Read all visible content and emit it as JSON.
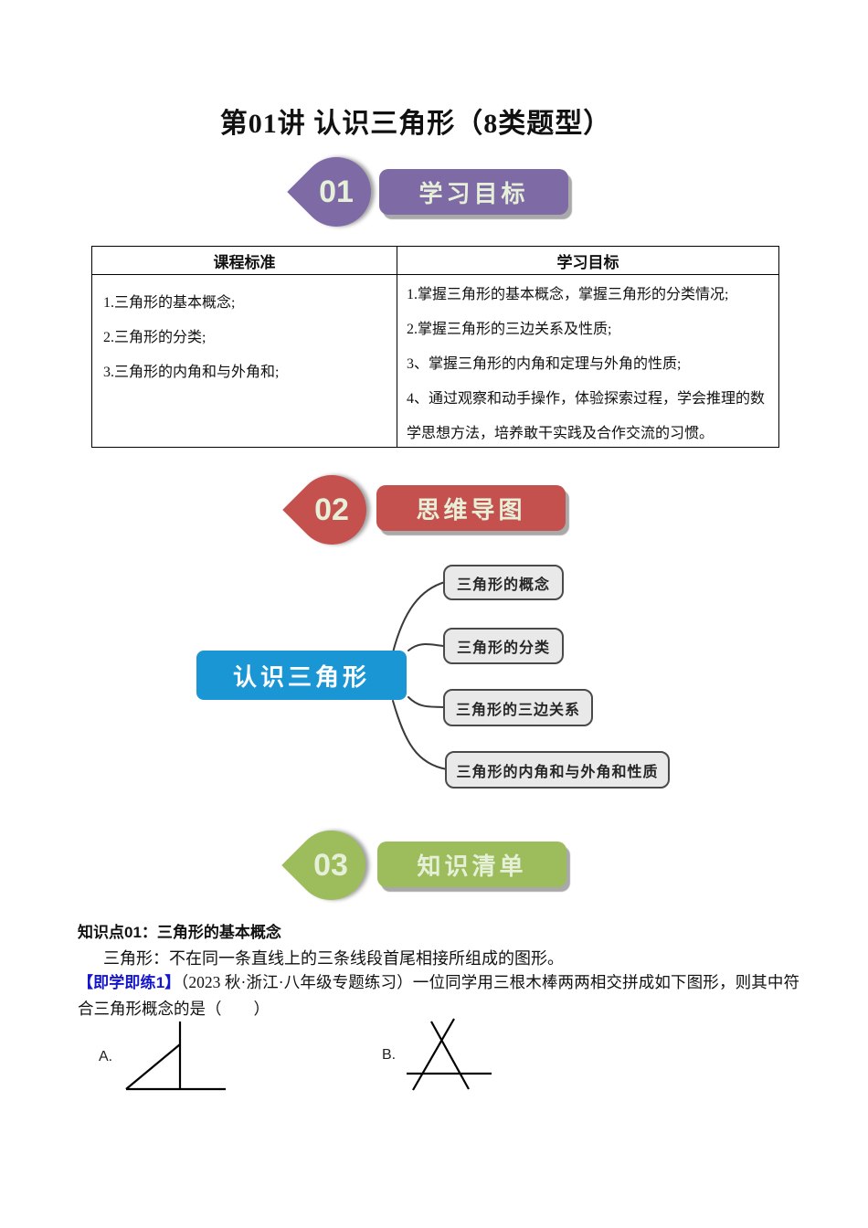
{
  "doc": {
    "title": "第01讲 认识三角形（8类题型）"
  },
  "sections": {
    "s1": {
      "number": "01",
      "label": "学习目标"
    },
    "s2": {
      "number": "02",
      "label": "思维导图"
    },
    "s3": {
      "number": "03",
      "label": "知识清单"
    }
  },
  "table": {
    "headers": [
      "课程标准",
      "学习目标"
    ],
    "left_items": [
      "1.三角形的基本概念;",
      "2.三角形的分类;",
      "3.三角形的内角和与外角和;"
    ],
    "right_items": [
      "1.掌握三角形的基本概念，掌握三角形的分类情况;",
      "2.掌握三角形的三边关系及性质;",
      "3、掌握三角形的内角和定理与外角的性质;",
      "4、通过观察和动手操作，体验探索过程，学会推理的数学思想方法，培养敢干实践及合作交流的习惯。"
    ]
  },
  "mindmap": {
    "root": "认识三角形",
    "branches": [
      "三角形的概念",
      "三角形的分类",
      "三角形的三边关系",
      "三角形的内角和与外角和性质"
    ]
  },
  "knowledge": {
    "point_title": "知识点01：三角形的基本概念",
    "definition": "三角形：不在同一条直线上的三条线段首尾相接所组成的图形。",
    "exercise_tag": "【即学即练1】",
    "exercise_text": "（2023 秋·浙江·八年级专题练习）一位同学用三根木棒两两相交拼成如下图形，则其中符合三角形概念的是（　　）",
    "option_a": "A.",
    "option_b": "B."
  },
  "colors": {
    "accent_purple": "#7e6aa4",
    "accent_red": "#c4514d",
    "accent_green": "#9dbc5b",
    "accent_blue": "#1a96d5",
    "badge_text": "#e6efd8",
    "branch_fill": "#e9e9e9",
    "branch_border": "#4a4a4a",
    "exercise_tag_blue": "#1515cc"
  }
}
